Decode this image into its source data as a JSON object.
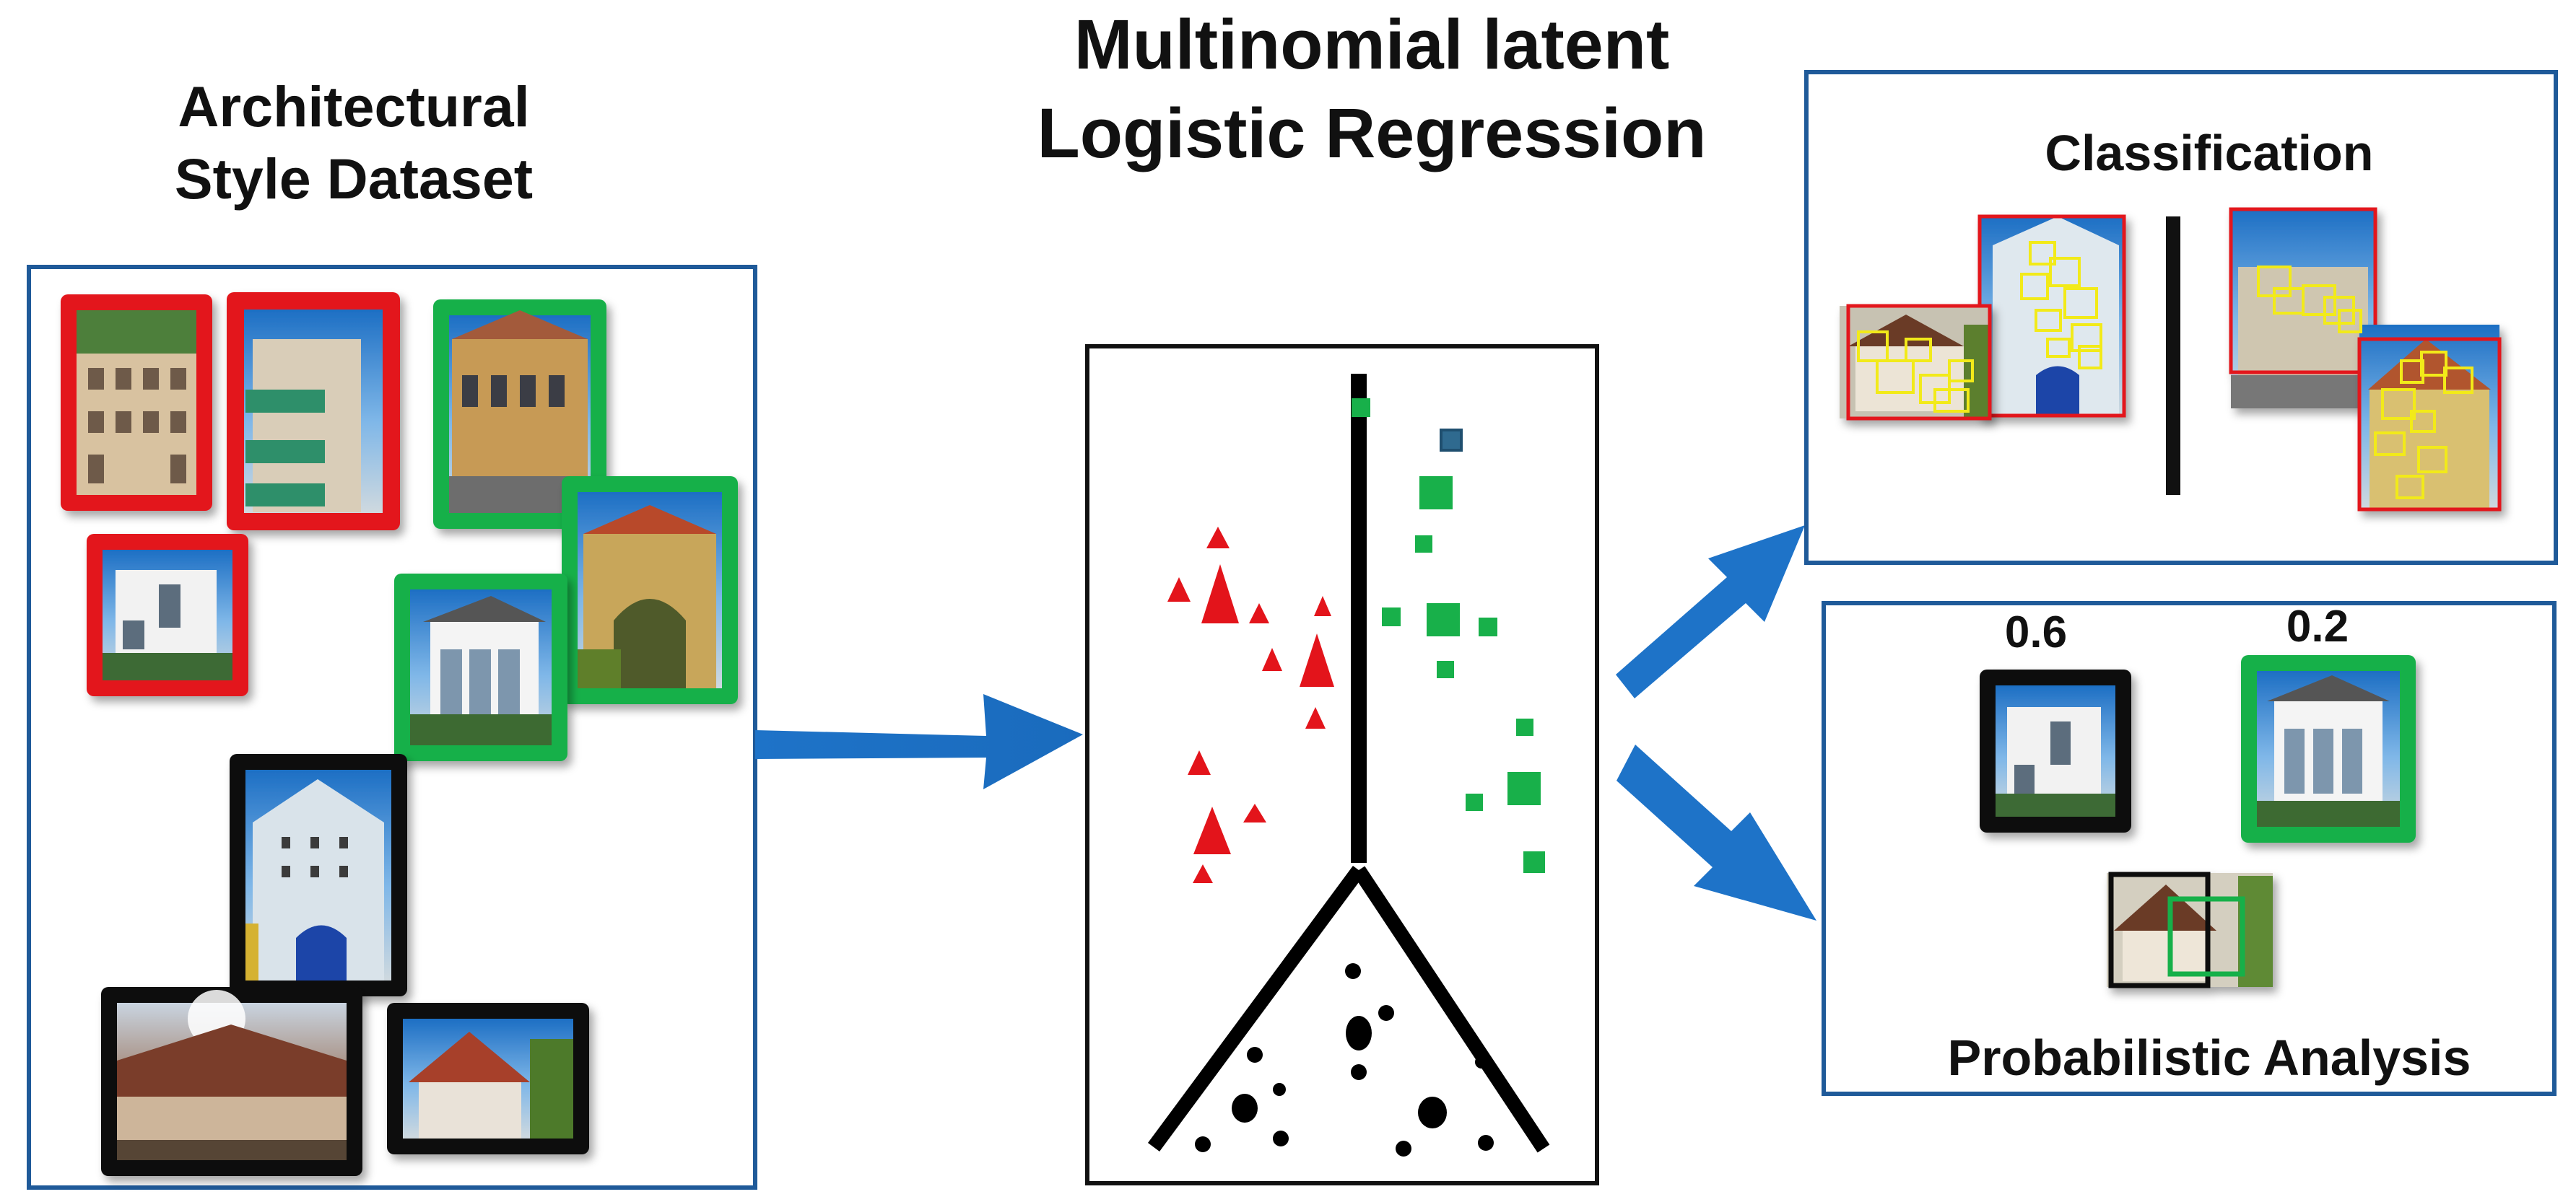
{
  "dataset": {
    "title_line1": "Architectural",
    "title_line2": "Style Dataset"
  },
  "model": {
    "title_line1": "Multinomial latent",
    "title_line2": "Logistic Regression"
  },
  "classification": {
    "title": "Classification"
  },
  "probabilistic": {
    "title": "Probabilistic Analysis",
    "score_left": "0.6",
    "score_right": "0.2"
  },
  "colors": {
    "panel_border": "#1f5a99",
    "arrow": "#1e73c8",
    "class_red": "#e3141b",
    "class_green": "#18b04a",
    "class_black": "#111111",
    "highlight_yellow": "#f2ea19"
  }
}
